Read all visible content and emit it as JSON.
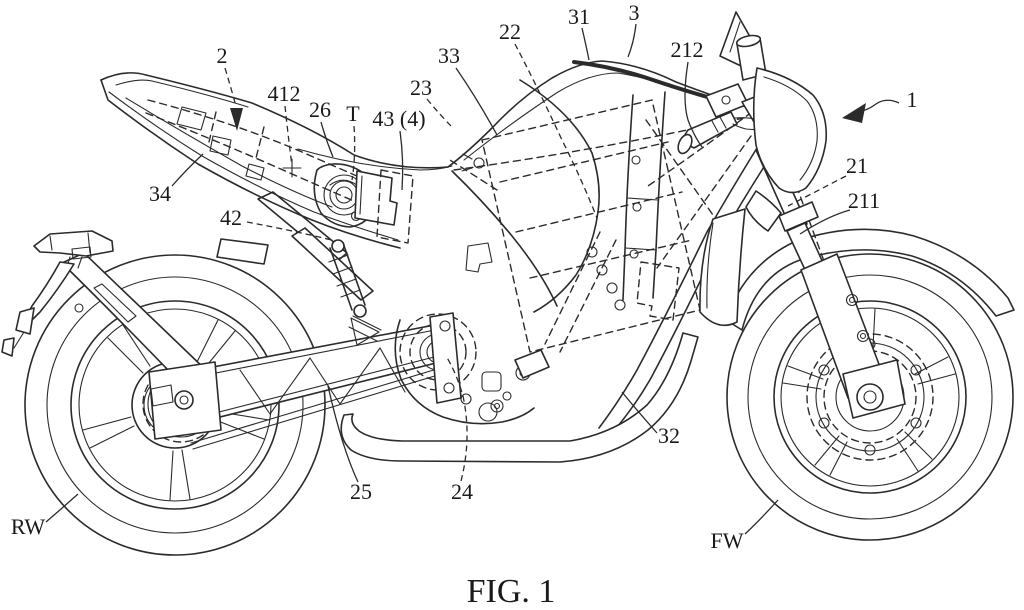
{
  "figure": {
    "caption": "FIG. 1"
  },
  "colors": {
    "line": "#2b2b2b",
    "background": "#ffffff"
  },
  "labels": [
    {
      "text": "2"
    },
    {
      "text": "412"
    },
    {
      "text": "26"
    },
    {
      "text": "T"
    },
    {
      "text": "43 (4)"
    },
    {
      "text": "23"
    },
    {
      "text": "33"
    },
    {
      "text": "22"
    },
    {
      "text": "31"
    },
    {
      "text": "3"
    },
    {
      "text": "212"
    },
    {
      "text": "1"
    },
    {
      "text": "21"
    },
    {
      "text": "211"
    },
    {
      "text": "34"
    },
    {
      "text": "42"
    },
    {
      "text": "25"
    },
    {
      "text": "24"
    },
    {
      "text": "32"
    },
    {
      "text": "RW"
    },
    {
      "text": "FW"
    }
  ]
}
